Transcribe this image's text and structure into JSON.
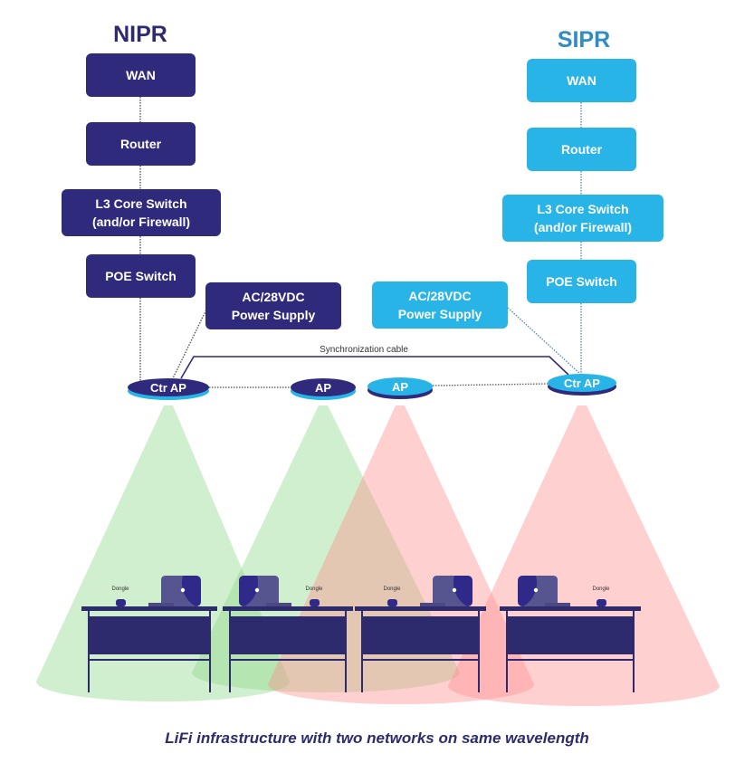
{
  "networks": {
    "nipr": {
      "title": "NIPR",
      "color": "#2f2a7c",
      "title_color": "#2d2a6e",
      "stack": [
        "WAN",
        "Router",
        "L3 Core Switch\n(and/or Firewall)",
        "POE Switch"
      ],
      "power_supply": "AC/28VDC\nPower Supply",
      "beam_color": "#8fd88a"
    },
    "sipr": {
      "title": "SIPR",
      "color": "#29b4e8",
      "title_color": "#2f8cc4",
      "stack": [
        "WAN",
        "Router",
        "L3 Core Switch\n(and/or Firewall)",
        "POE Switch"
      ],
      "power_supply": "AC/28VDC\nPower Supply",
      "beam_color": "#ff8f8f"
    }
  },
  "access_points": [
    {
      "label": "Ctr AP",
      "network": "nipr"
    },
    {
      "label": "AP",
      "network": "nipr"
    },
    {
      "label": "AP",
      "network": "sipr"
    },
    {
      "label": "Ctr AP",
      "network": "sipr"
    }
  ],
  "sync_cable_label": "Synchronization cable",
  "desks": [
    {
      "dongle_label": "Dongle"
    },
    {
      "dongle_label": "Dongle"
    },
    {
      "dongle_label": "Dongle"
    },
    {
      "dongle_label": "Dongle"
    }
  ],
  "caption": "LiFi infrastructure with two networks on same wavelength"
}
